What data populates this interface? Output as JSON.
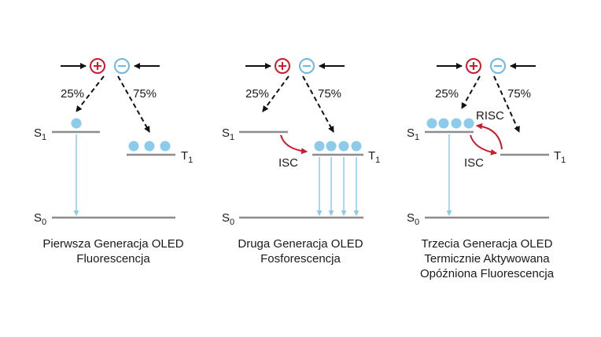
{
  "colors": {
    "level": "#8c8c8c",
    "emission": "#8ccbea",
    "exciton": "#8ccbea",
    "hole": "#d0192b",
    "electron": "#6fb8e0",
    "transfer": "#d0192b",
    "path": "#111111"
  },
  "panels": [
    {
      "pct_left": "25%",
      "pct_right": "75%",
      "s1": "S",
      "s1_sub": "1",
      "t1": "T",
      "t1_sub": "1",
      "s0": "S",
      "s0_sub": "0",
      "caption": [
        "Pierwsza Generacja OLED",
        "Fluorescencja"
      ]
    },
    {
      "pct_left": "25%",
      "pct_right": "75%",
      "s1": "S",
      "s1_sub": "1",
      "t1": "T",
      "t1_sub": "1",
      "s0": "S",
      "s0_sub": "0",
      "isc": "ISC",
      "caption": [
        "Druga Generacja OLED",
        "Fosforescencja"
      ]
    },
    {
      "pct_left": "25%",
      "pct_right": "75%",
      "s1": "S",
      "s1_sub": "1",
      "t1": "T",
      "t1_sub": "1",
      "s0": "S",
      "s0_sub": "0",
      "isc": "ISC",
      "risc": "RISC",
      "caption": [
        "Trzecia Generacja OLED",
        "Termicznie Aktywowana",
        "Opóźniona Fluorescencja"
      ]
    }
  ]
}
